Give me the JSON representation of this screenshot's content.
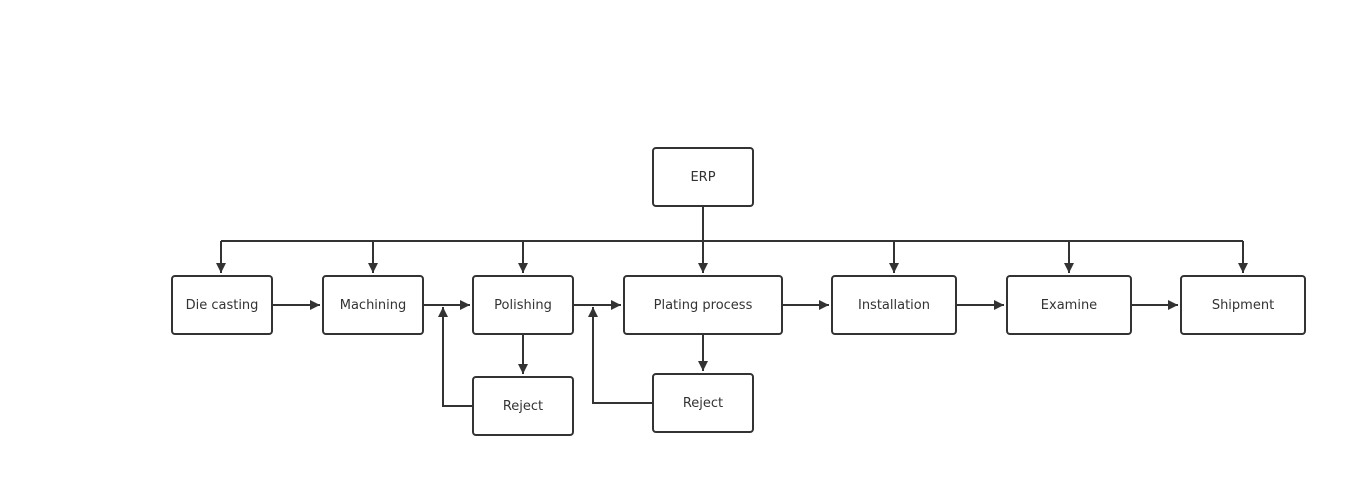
{
  "diagram": {
    "nodes": {
      "erp": "ERP",
      "die_casting": "Die casting",
      "machining": "Machining",
      "polishing": "Polishing",
      "plating": "Plating process",
      "installation": "Installation",
      "examine": "Examine",
      "shipment": "Shipment",
      "reject_polishing": "Reject",
      "reject_plating": "Reject"
    },
    "edges": [
      {
        "from": "erp",
        "to": "die_casting"
      },
      {
        "from": "erp",
        "to": "machining"
      },
      {
        "from": "erp",
        "to": "polishing"
      },
      {
        "from": "erp",
        "to": "plating"
      },
      {
        "from": "erp",
        "to": "installation"
      },
      {
        "from": "erp",
        "to": "examine"
      },
      {
        "from": "erp",
        "to": "shipment"
      },
      {
        "from": "die_casting",
        "to": "machining"
      },
      {
        "from": "machining",
        "to": "polishing"
      },
      {
        "from": "polishing",
        "to": "plating"
      },
      {
        "from": "plating",
        "to": "installation"
      },
      {
        "from": "installation",
        "to": "examine"
      },
      {
        "from": "examine",
        "to": "shipment"
      },
      {
        "from": "polishing",
        "to": "reject_polishing"
      },
      {
        "from": "reject_polishing",
        "to": "machining-polishing-link"
      },
      {
        "from": "plating",
        "to": "reject_plating"
      },
      {
        "from": "reject_plating",
        "to": "polishing-plating-link"
      }
    ],
    "colors": {
      "stroke": "#333333",
      "fill": "#ffffff",
      "text": "#333333"
    }
  }
}
